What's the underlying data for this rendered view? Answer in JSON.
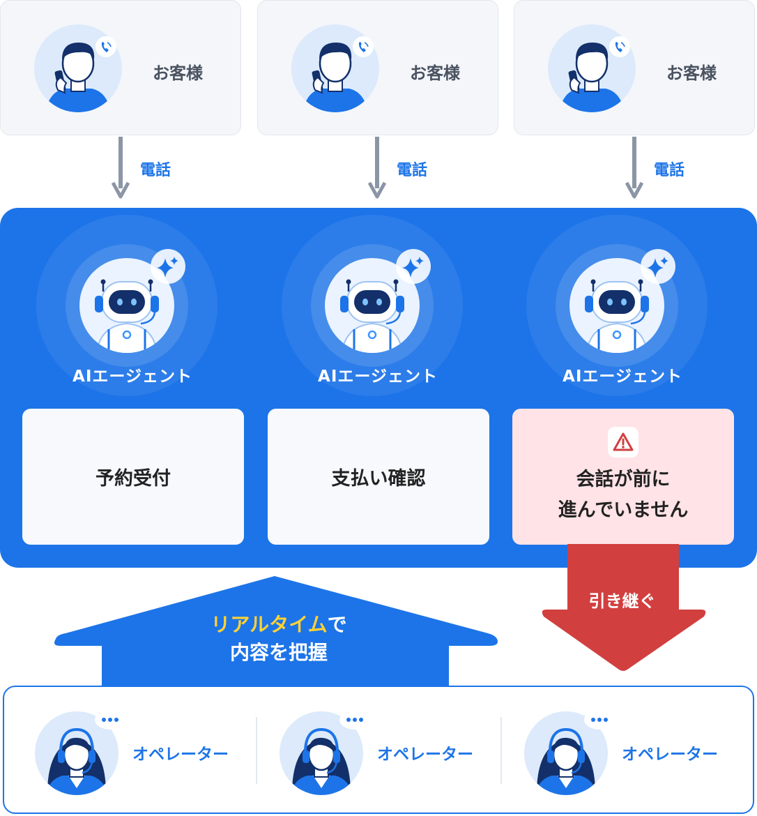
{
  "customers": [
    {
      "label": "お客様"
    },
    {
      "label": "お客様"
    },
    {
      "label": "お客様"
    }
  ],
  "call_label": "電話",
  "agents": [
    {
      "label": "AIエージェント",
      "task": "予約受付"
    },
    {
      "label": "AIエージェント",
      "task": "支払い確認"
    },
    {
      "label": "AIエージェント",
      "task_lines": [
        "会話が前に",
        "進んでいません"
      ],
      "status": "warning"
    }
  ],
  "up_arrow": {
    "highlight": "リアルタイム",
    "rest": "で",
    "line2": "内容を把握"
  },
  "down_arrow": {
    "label": "引き継ぐ"
  },
  "operators": [
    {
      "label": "オペレーター"
    },
    {
      "label": "オペレーター"
    },
    {
      "label": "オペレーター"
    }
  ],
  "colors": {
    "brand_blue": "#1d74e8",
    "warning_red": "#d23f3f",
    "highlight_yellow": "#ffd234",
    "warning_bg": "#ffe3e6"
  },
  "icons": [
    "customer-avatar-icon",
    "phone-call-icon",
    "robot-icon",
    "sparkle-icon",
    "warning-icon",
    "operator-avatar-icon",
    "speech-bubble-icon"
  ]
}
